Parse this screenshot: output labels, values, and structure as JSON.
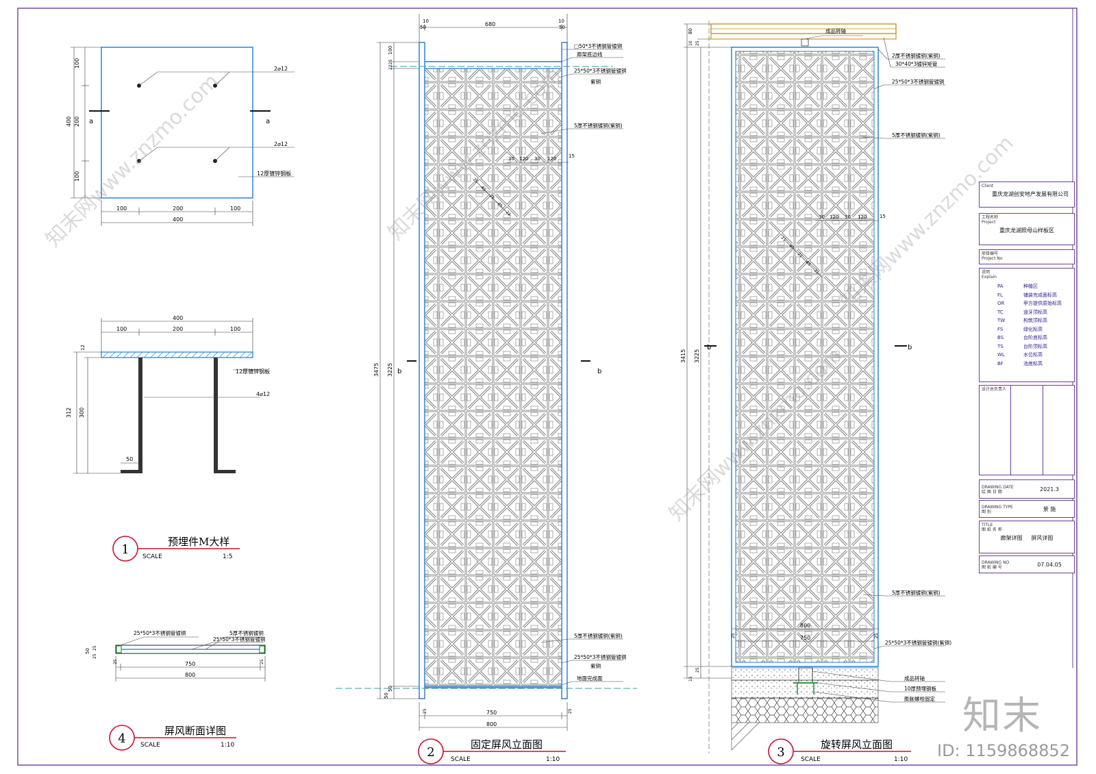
{
  "drawings": {
    "d1": {
      "number": "1",
      "title": "预埋件M大样",
      "scale_label": "SCALE",
      "scale": "1:5"
    },
    "d2": {
      "number": "2",
      "title": "固定屏风立面图",
      "scale_label": "SCALE",
      "scale": "1:10"
    },
    "d3": {
      "number": "3",
      "title": "旋转屏风立面图",
      "scale_label": "SCALE",
      "scale": "1:10"
    },
    "d4": {
      "number": "4",
      "title": "屏风断面详图",
      "scale_label": "SCALE",
      "scale": "1:10"
    }
  },
  "plate": {
    "dims_v": [
      "100",
      "200",
      "100",
      "400"
    ],
    "dims_h": [
      "100",
      "200",
      "100",
      "400"
    ],
    "rebar_top": "2⌀12",
    "rebar_bottom": "2⌀12",
    "plate_note": "12厚镀锌钢板",
    "section_mark": "a"
  },
  "plate_section": {
    "dims_top": [
      "400",
      "100",
      "200",
      "100"
    ],
    "dims_side": [
      "12",
      "312",
      "300"
    ],
    "dim_foot": "50",
    "plate_note": "12厚镀锌钢板",
    "rebar": "4⌀12"
  },
  "screen_section": {
    "label_a": "25*50*3不锈钢管镀铜",
    "label_b": "5厚不锈钢镀铜",
    "label_c": "25*50*3不锈钢管镀铜",
    "dims": [
      "750",
      "800",
      "25",
      "25"
    ],
    "dims_v": [
      "50",
      "25",
      "25"
    ]
  },
  "fixed_screen": {
    "top_dims": [
      "10",
      "50",
      "680",
      "10",
      "50"
    ],
    "bottom_dims": [
      "25",
      "750",
      "25",
      "800"
    ],
    "left_dims": [
      "100",
      "2225",
      "3475",
      "3225",
      "50",
      "50"
    ],
    "pattern_dims": [
      "30",
      "120",
      "30",
      "120",
      "15"
    ],
    "diag_dims": [
      "21",
      "85",
      "21",
      "85",
      "21"
    ],
    "section_mark": "b",
    "notes": [
      "□50*3不锈钢管镀铜",
      "廊架底边线",
      "25*50*3不锈钢管镀铜",
      "紫铜",
      "5厚不锈钢镀铜(紫铜)",
      "5厚不锈钢镀铜(紫铜)",
      "25*50*3不锈钢管镀铜",
      "紫铜",
      "地面完成面"
    ]
  },
  "rotating_screen": {
    "top_label": "成品转轴",
    "left_dims": [
      "80",
      "10",
      "25",
      "3415",
      "3225",
      "25",
      "15"
    ],
    "pattern_dims": [
      "30",
      "120",
      "30",
      "120",
      "15"
    ],
    "diag_dims": [
      "21",
      "85",
      "21",
      "85",
      "21"
    ],
    "bottom_dims": [
      "800",
      "750",
      "25",
      "25"
    ],
    "section_mark": "b",
    "notes": [
      "2厚不锈钢镀铜(紫铜)",
      "30*40*3镀锌矩管",
      "25*50*3不锈钢管镀铜",
      "5厚不锈钢镀铜(紫铜)",
      "5厚不锈钢镀铜(紫铜)",
      "25*50*3不锈钢管镀铜(紫铜)",
      "成品转轴",
      "10厚预埋钢板",
      "膨胀螺栓固定"
    ]
  },
  "title_block": {
    "client_label": "Client",
    "client": "重庆龙湖创安地产发展有限公司",
    "project_label": "工程名称\nProject",
    "project": "重庆龙湖照母山样板区",
    "project_no_label": "项目编号\nProject No",
    "explain_label": "说明\nExplain",
    "legend": [
      {
        "code": "PA",
        "desc": "种植区"
      },
      {
        "code": "FL",
        "desc": "铺装完成面标高"
      },
      {
        "code": "OR",
        "desc": "甲方提供原始标高"
      },
      {
        "code": "TC",
        "desc": "道牙顶标高"
      },
      {
        "code": "TW",
        "desc": "构筑顶标高"
      },
      {
        "code": "FS",
        "desc": "绿化标高"
      },
      {
        "code": "BS",
        "desc": "台阶底标高"
      },
      {
        "code": "TS",
        "desc": "台阶顶标高"
      },
      {
        "code": "WL",
        "desc": "水位标高"
      },
      {
        "code": "BF",
        "desc": "池底标高"
      }
    ],
    "designer_label": "设计总负责人",
    "date_label": "DRAWING DATE\n绘 图 日 期",
    "date": "2021.3",
    "type_label": "DRAWING TYPE\n图     别",
    "type": "景 施",
    "title_label": "TITLE\n图 纸 名 称",
    "title": "廊架详图     屏风详图",
    "no_label": "DRAWING NO\n图 纸 编 号",
    "no": "07.04.05"
  },
  "brand": {
    "logo": "知末",
    "id": "ID: 1159868852",
    "watermark": "知末网www.znzmo.com"
  },
  "colors": {
    "frame": "#6a3d9a",
    "screen": "#1f78d6",
    "accent": "#c8102e",
    "line": "#222222"
  }
}
